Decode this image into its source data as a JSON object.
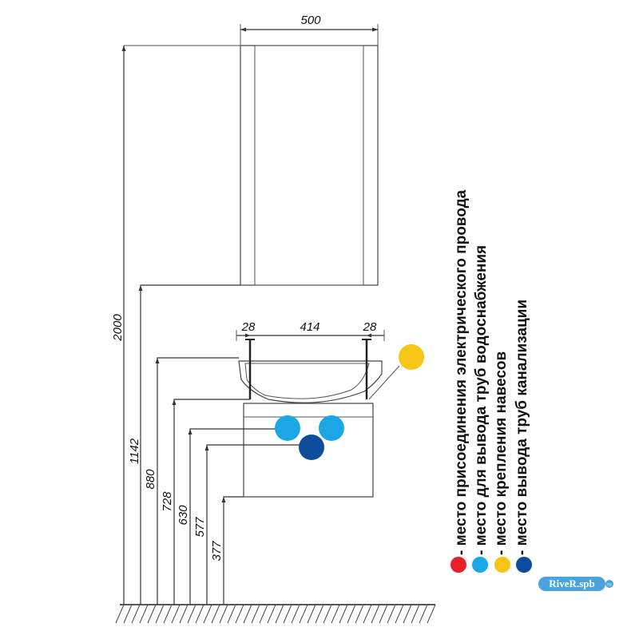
{
  "dimensions": {
    "cabinet_width": "500",
    "total_height": "2000",
    "h_1142": "1142",
    "h_880": "880",
    "h_728": "728",
    "h_630": "630",
    "h_577": "577",
    "h_377": "377",
    "side_left": "28",
    "inner_width": "414",
    "side_right": "28"
  },
  "legend": [
    {
      "text": "- место присоединения электрического провода",
      "color": "#e8202a"
    },
    {
      "text": "- место для вывода труб водоснабжения",
      "color": "#1ba7e6"
    },
    {
      "text": "- место крепления навесов",
      "color": "#f5c518"
    },
    {
      "text": "- место вывода труб канализации",
      "color": "#0d4d9b"
    }
  ],
  "markers": {
    "hanger_color": "#f5c518",
    "water_color": "#1ba7e6",
    "sewer_color": "#0d4d9b"
  },
  "watermark": {
    "text": "RiveR.spb",
    "badge": "ru"
  }
}
